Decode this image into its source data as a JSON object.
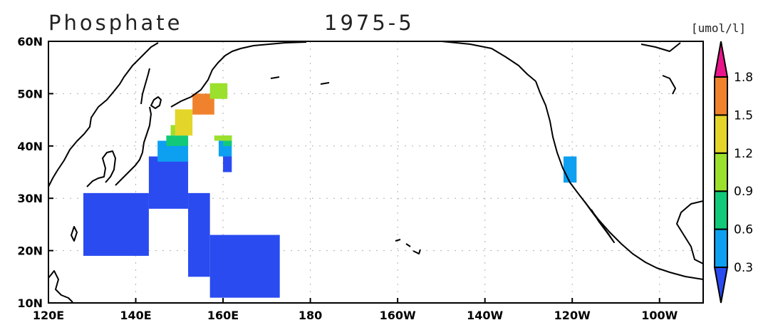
{
  "header": {
    "title": "Phosphate",
    "period": "1975-5",
    "unit": "[umol/l]"
  },
  "map": {
    "lon_range": [
      120,
      270
    ],
    "lat_range": [
      10,
      60
    ],
    "x_ticks": [
      {
        "value": 120,
        "label": "120E"
      },
      {
        "value": 140,
        "label": "140E"
      },
      {
        "value": 160,
        "label": "160E"
      },
      {
        "value": 180,
        "label": "180"
      },
      {
        "value": 200,
        "label": "160W"
      },
      {
        "value": 220,
        "label": "140W"
      },
      {
        "value": 240,
        "label": "120W"
      },
      {
        "value": 260,
        "label": "100W"
      }
    ],
    "y_ticks": [
      {
        "value": 10,
        "label": "10N"
      },
      {
        "value": 20,
        "label": "20N"
      },
      {
        "value": 30,
        "label": "30N"
      },
      {
        "value": 40,
        "label": "40N"
      },
      {
        "value": 50,
        "label": "50N"
      },
      {
        "value": 60,
        "label": "60N"
      }
    ],
    "grid": "dotted"
  },
  "colorbar": {
    "labels": [
      "0.3",
      "0.6",
      "0.9",
      "1.2",
      "1.5",
      "1.8"
    ],
    "colors": [
      "#2a4bf0",
      "#0da0f0",
      "#12c97a",
      "#9be02d",
      "#e4d52a",
      "#f0822e",
      "#e8168a"
    ]
  },
  "chart_data": {
    "type": "heatmap",
    "variable": "Phosphate",
    "units": "umol/l",
    "levels": [
      0.3,
      0.6,
      0.9,
      1.2,
      1.5,
      1.8
    ],
    "regions": [
      {
        "level": 0,
        "lon": [
          128,
          143
        ],
        "lat": [
          19,
          31
        ]
      },
      {
        "level": 0,
        "lon": [
          143,
          152
        ],
        "lat": [
          28,
          38
        ]
      },
      {
        "level": 0,
        "lon": [
          152,
          157
        ],
        "lat": [
          15,
          31
        ]
      },
      {
        "level": 0,
        "lon": [
          157,
          173
        ],
        "lat": [
          11,
          23
        ]
      },
      {
        "level": 0,
        "lon": [
          160,
          162
        ],
        "lat": [
          35,
          38
        ]
      },
      {
        "level": 1,
        "lon": [
          145,
          152
        ],
        "lat": [
          37,
          41
        ]
      },
      {
        "level": 1,
        "lon": [
          159,
          162
        ],
        "lat": [
          38,
          41
        ]
      },
      {
        "level": 1,
        "lon": [
          238,
          241
        ],
        "lat": [
          33,
          38
        ]
      },
      {
        "level": 2,
        "lon": [
          147,
          152
        ],
        "lat": [
          40,
          42
        ]
      },
      {
        "level": 2,
        "lon": [
          160,
          162
        ],
        "lat": [
          40,
          42
        ]
      },
      {
        "level": 3,
        "lon": [
          148,
          150
        ],
        "lat": [
          42,
          44
        ]
      },
      {
        "level": 3,
        "lon": [
          158,
          162
        ],
        "lat": [
          41,
          42
        ]
      },
      {
        "level": 4,
        "lon": [
          149,
          153
        ],
        "lat": [
          42,
          47
        ]
      },
      {
        "level": 5,
        "lon": [
          153,
          158
        ],
        "lat": [
          46,
          50
        ]
      },
      {
        "level": 3,
        "lon": [
          157,
          161
        ],
        "lat": [
          49,
          52
        ]
      }
    ]
  }
}
